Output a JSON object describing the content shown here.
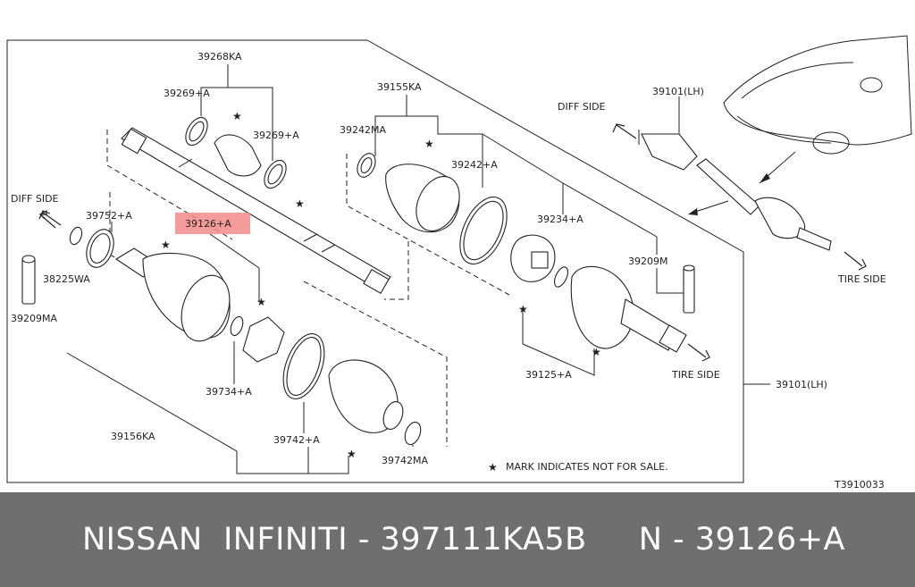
{
  "diagram": {
    "labels": {
      "l39268KA": "39268KA",
      "l39269A_left": "39269+A",
      "l39269A_right": "39269+A",
      "l39155KA": "39155KA",
      "l39101LH_top": "39101(LH)",
      "l39242MA": "39242MA",
      "l39242A": "39242+A",
      "l39234A": "39234+A",
      "l39209M": "39209M",
      "l39752A": "39752+A",
      "l39126A": "39126+A",
      "l38225WA": "38225WA",
      "l39209MA": "39209MA",
      "l39734A": "39734+A",
      "l39125A": "39125+A",
      "l39101LH_right": "39101(LH)",
      "l39156KA": "39156KA",
      "l39742A": "39742+A",
      "l39742MA": "39742MA",
      "diffSide_left": "DIFF SIDE",
      "diffSide_top": "DIFF SIDE",
      "tireSide_mid": "TIRE SIDE",
      "tireSide_right": "TIRE SIDE",
      "markNote": "MARK INDICATES NOT FOR SALE.",
      "figureCode": "T3910033"
    },
    "highlight_color": "#f28b8b"
  },
  "footer": {
    "text": "NISSAN  INFINITI - 397111KA5B     N - 39126+A",
    "background": "#6f6f6f"
  }
}
